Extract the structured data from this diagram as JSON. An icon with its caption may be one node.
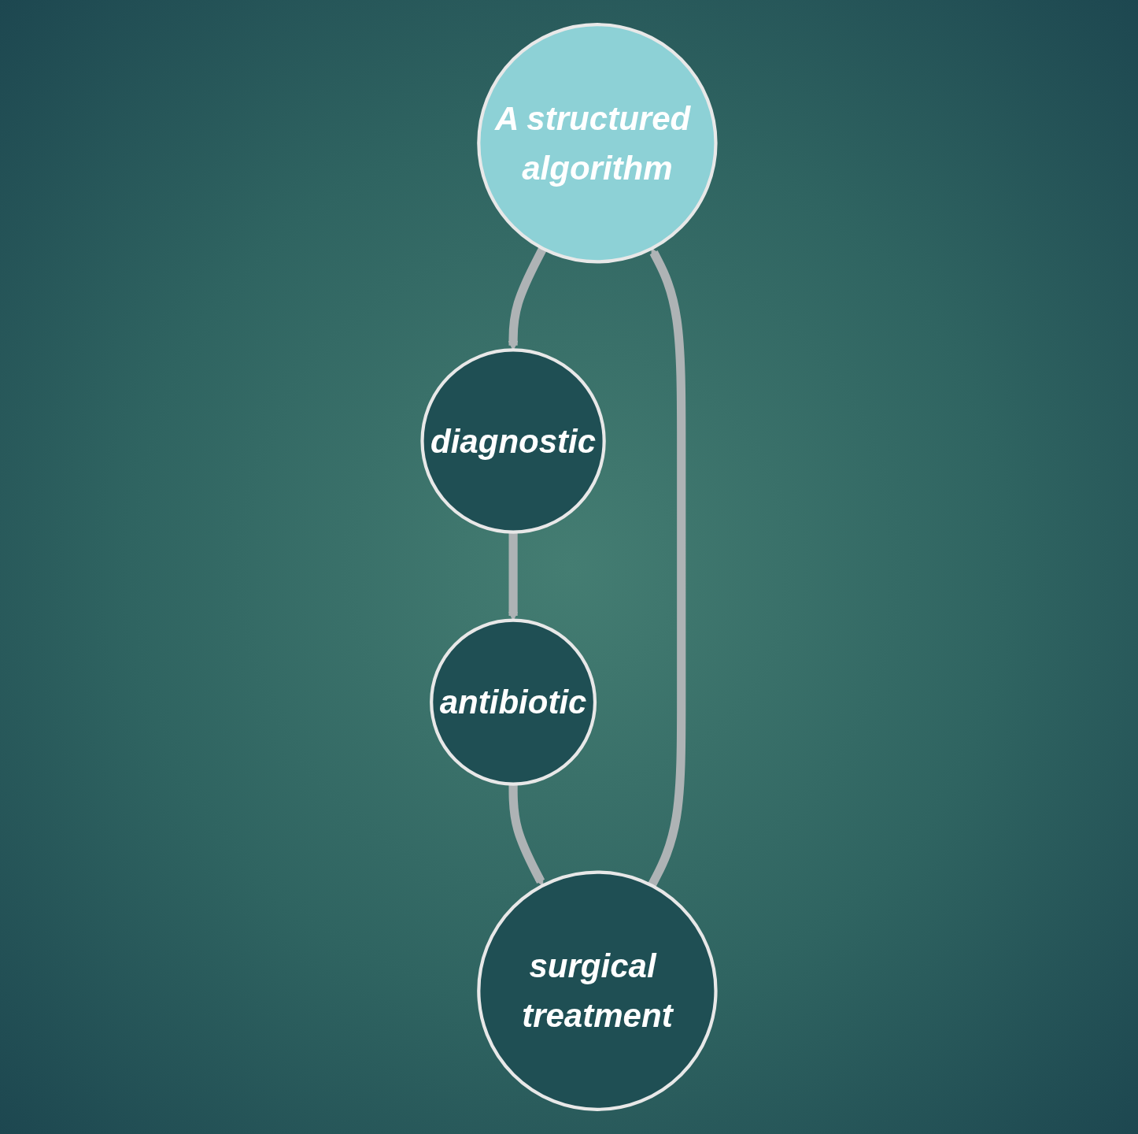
{
  "diagram": {
    "nodes": [
      {
        "text": [
          "A structured algorithm"
        ]
      },
      {
        "text": [
          "diagnostic"
        ]
      },
      {
        "text": [
          "antibiotic"
        ]
      },
      {
        "text": [
          "surgical treatment"
        ]
      }
    ],
    "edges": [
      {
        "from": 0,
        "to": 1,
        "arrow": "to"
      },
      {
        "from": 1,
        "to": 2,
        "arrow": "to"
      },
      {
        "from": 2,
        "to": 3,
        "arrow": "to"
      },
      {
        "from": 3,
        "to": 0,
        "arrow": "to"
      }
    ]
  }
}
